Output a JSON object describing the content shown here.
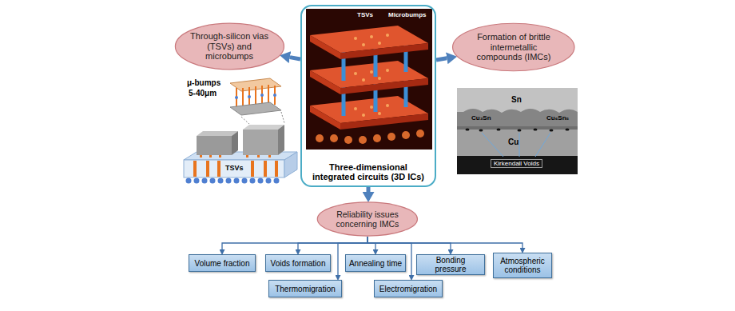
{
  "diagram": {
    "nodes": [
      {
        "text": [
          "Through-silicon vias (TSVs) and microbumps"
        ]
      },
      {
        "text": [
          "Three-dimensional integrated circuits (3D ICs)"
        ]
      },
      {
        "text": [
          "Formation of brittle intermetallic compounds (IMCs)"
        ]
      },
      {
        "text": [
          "Reliability issues concerning IMCs"
        ]
      },
      {
        "text": [
          "Volume fraction"
        ]
      },
      {
        "text": [
          "Voids formation"
        ]
      },
      {
        "text": [
          "Thermomigration"
        ]
      },
      {
        "text": [
          "Annealing time"
        ]
      },
      {
        "text": [
          "Electromigration"
        ]
      },
      {
        "text": [
          "Bonding pressure"
        ]
      },
      {
        "text": [
          "Atmospheric conditions"
        ]
      }
    ],
    "edges": [
      {
        "from": 1,
        "to": 0,
        "arrow": "to"
      },
      {
        "from": 1,
        "to": 2,
        "arrow": "to"
      },
      {
        "from": 1,
        "to": 3,
        "arrow": "to"
      },
      {
        "from": 3,
        "to": 4,
        "arrow": "to"
      },
      {
        "from": 3,
        "to": 5,
        "arrow": "to"
      },
      {
        "from": 3,
        "to": 6,
        "arrow": "to"
      },
      {
        "from": 3,
        "to": 7,
        "arrow": "to"
      },
      {
        "from": 3,
        "to": 8,
        "arrow": "to"
      },
      {
        "from": 3,
        "to": 9,
        "arrow": "to"
      },
      {
        "from": 3,
        "to": 10,
        "arrow": "to"
      }
    ],
    "labels": [
      "TSVs",
      "Microbumps",
      "μ-bumps",
      "5-40μm",
      "TSVs",
      "Sn",
      "Cu₃Sn",
      "Cu₆Sn₅",
      "Cu",
      "Kirkendall Voids"
    ]
  }
}
